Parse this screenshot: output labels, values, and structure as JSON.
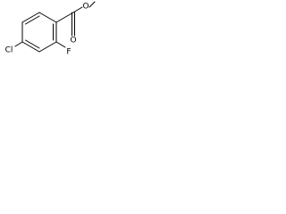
{
  "structure": {
    "atoms": {
      "chloro": "Cl",
      "fluoro": "F",
      "carbonyl_oxygen": "O",
      "ester_oxygen": "O"
    },
    "line_color": "#000000",
    "background": "#ffffff"
  }
}
